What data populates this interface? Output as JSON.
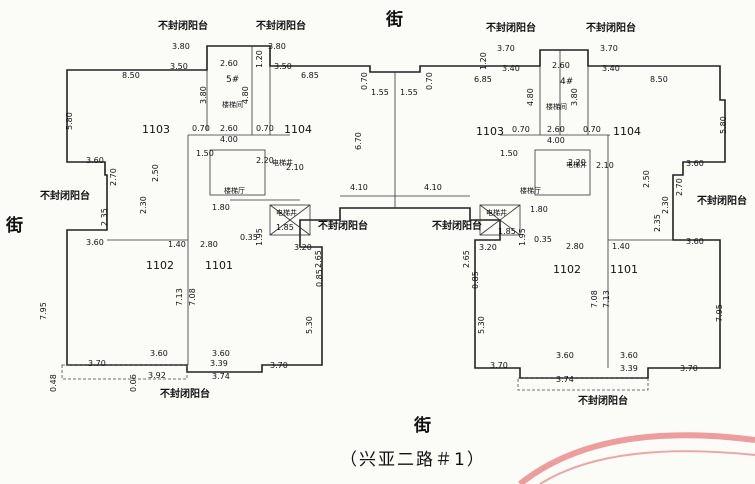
{
  "streets": {
    "top": "街",
    "left": "街",
    "bottom": "街"
  },
  "caption": "（兴亚二路＃1）",
  "balconies": {
    "top_left_a": "不封闭阳台",
    "top_left_b": "不封闭阳台",
    "top_right_a": "不封闭阳台",
    "top_right_b": "不封闭阳台",
    "left_side": "不封闭阳台",
    "right_side": "不封闭阳台",
    "bottom_left": "不封闭阳台",
    "bottom_right": "不封闭阳台",
    "mid_left": "不封闭阳台",
    "mid_right": "不封闭阳台"
  },
  "units": {
    "left_top_a": "1103",
    "left_top_b": "1104",
    "left_bottom_a": "1102",
    "left_bottom_b": "1101",
    "right_top_a": "1103",
    "right_top_b": "1104",
    "right_bottom_a": "1102",
    "right_bottom_b": "1101"
  },
  "rooms": {
    "stair_left": "楼梯间",
    "stair_right": "楼梯间",
    "hall_left": "楼梯厅",
    "hall_right": "楼梯厅",
    "elevator_left": "电梯井",
    "elevator_right": "电梯井",
    "shaft_left": "电梯井",
    "shaft_right": "电梯井",
    "core_left": "5#",
    "core_right": "4#"
  },
  "dims": {
    "d380a": "3.80",
    "d260a": "2.60",
    "d380b": "3.80",
    "d850a": "8.50",
    "d350a": "3.50",
    "d350b": "3.50",
    "d685a": "6.85",
    "d070a": "0.70",
    "d155a": "1.55",
    "d155b": "1.55",
    "d070b": "0.70",
    "d370a": "3.70",
    "d260b": "2.60",
    "d370b": "3.70",
    "d685b": "6.85",
    "d340a": "3.40",
    "d340b": "3.40",
    "d850b": "8.50",
    "d580a": "5.80",
    "d580b": "5.80",
    "d480a": "4.80",
    "d480b": "4.80",
    "d380c": "3.80",
    "d380d": "3.80",
    "d070c": "0.70",
    "d260c": "2.60",
    "d070d": "0.70",
    "d070e": "0.70",
    "d260d": "2.60",
    "d070f": "0.70",
    "d400a": "4.00",
    "d400b": "4.00",
    "d670a": "6.70",
    "d410a": "4.10",
    "d410b": "4.10",
    "d360a": "3.60",
    "d360b": "3.60",
    "d360c": "3.60",
    "d360d": "3.60",
    "d235a": "2.35",
    "d235b": "2.35",
    "d140a": "1.40",
    "d280a": "2.80",
    "d140b": "1.40",
    "d280b": "2.80",
    "d195a": "1.95",
    "d195b": "1.95",
    "d035a": "0.35",
    "d035b": "0.35",
    "d320a": "3.20",
    "d320b": "3.20",
    "d265a": "2.65",
    "d265b": "2.65",
    "d085a": "0.85",
    "d085b": "0.85",
    "d795a": "7.95",
    "d795b": "7.95",
    "d713a": "7.13",
    "d708a": "7.08",
    "d713b": "7.13",
    "d708b": "7.08",
    "d530a": "5.30",
    "d530b": "5.30",
    "d370c": "3.70",
    "d360e": "3.60",
    "d360f": "3.60",
    "d370d": "3.70",
    "d339a": "3.39",
    "d374a": "3.74",
    "d392a": "3.92",
    "d370e": "3.70",
    "d360g": "3.60",
    "d360h": "3.60",
    "d370f": "3.70",
    "d339b": "3.39",
    "d374b": "3.74",
    "d048a": "0.48",
    "d006a": "0.06",
    "d120a": "1.20",
    "d120b": "1.20",
    "d150a": "1.50",
    "d150b": "1.50",
    "d210a": "2.10",
    "d210b": "2.10",
    "d220a": "2.20",
    "d220b": "2.20",
    "d180a": "1.80",
    "d180b": "1.80",
    "d185a": "1.85",
    "d185b": "1.85",
    "d270a": "2.70",
    "d270b": "2.70",
    "d230a": "2.30",
    "d230b": "2.30",
    "d250a": "2.50",
    "d250b": "2.50"
  }
}
